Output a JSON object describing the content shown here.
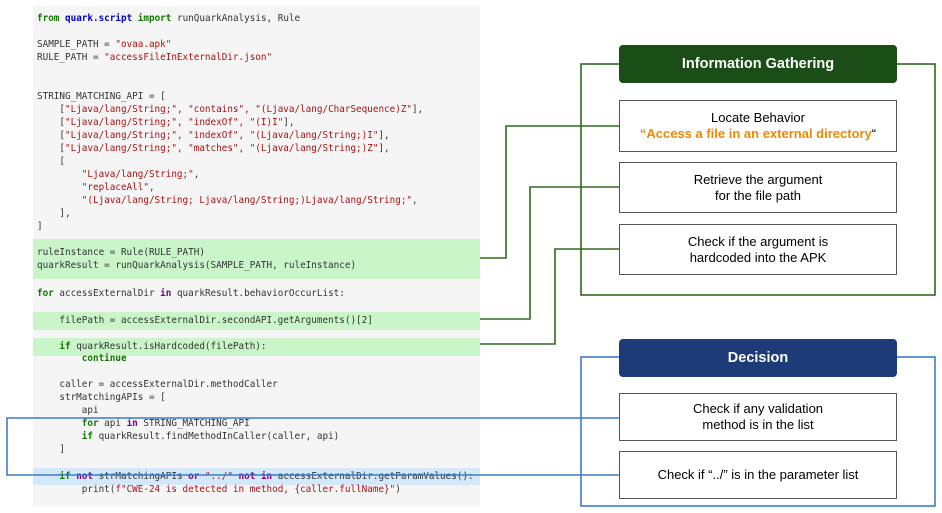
{
  "code": {
    "import_line": {
      "kw_from": "from",
      "module": "quark.script",
      "kw_import": "import",
      "names": "runQuarkAnalysis, Rule"
    },
    "sample_path": {
      "lhs": "SAMPLE_PATH = ",
      "value": "\"ovaa.apk\""
    },
    "rule_path": {
      "lhs": "RULE_PATH = ",
      "value": "\"accessFileInExternalDir.json\""
    },
    "matching_open": "STRING_MATCHING_API = [",
    "matching_rows": [
      {
        "pre": "    [",
        "str": "\"Ljava/lang/String;\", \"contains\", \"(Ljava/lang/CharSequence)Z\"",
        "post": "],"
      },
      {
        "pre": "    [",
        "str": "\"Ljava/lang/String;\", \"indexOf\", \"(I)I\"",
        "post": "],"
      },
      {
        "pre": "    [",
        "str": "\"Ljava/lang/String;\", \"indexOf\", \"(Ljava/lang/String;)I\"",
        "post": "],"
      },
      {
        "pre": "    [",
        "str": "\"Ljava/lang/String;\", \"matches\", \"(Ljava/lang/String;)Z\"",
        "post": "],"
      }
    ],
    "nested_open": "    [",
    "nested_rows": [
      {
        "pre": "        ",
        "str": "\"Ljava/lang/String;\"",
        "post": ","
      },
      {
        "pre": "        ",
        "str": "\"replaceAll\"",
        "post": ","
      },
      {
        "pre": "        ",
        "str": "\"(Ljava/lang/String; Ljava/lang/String;)Ljava/lang/String;\"",
        "post": ","
      }
    ],
    "nested_close": "    ],",
    "matching_close": "]",
    "rule_instance": "ruleInstance = Rule(RULE_PATH)",
    "quark_result": "quarkResult = runQuarkAnalysis(SAMPLE_PATH, ruleInstance)",
    "for_line": {
      "kw_for": "for",
      "target": " accessExternalDir ",
      "kw_in": "in",
      "rest": " quarkResult.behaviorOccurList:"
    },
    "file_path": "    filePath = accessExternalDir.secondAPI.getArguments()[2]",
    "if_hardcoded": {
      "indent": "    ",
      "kw_if": "if",
      "rest": " quarkResult.isHardcoded(filePath):"
    },
    "continue_line": {
      "indent": "        ",
      "kw": "continue"
    },
    "caller": "    caller = accessExternalDir.methodCaller",
    "str_apis": "    strMatchingAPIs = [",
    "api_line": "        api",
    "for_api": {
      "indent": "        ",
      "kw_for": "for",
      "mid": " api ",
      "kw_in": "in",
      "rest": " STRING_MATCHING_API"
    },
    "if_find": {
      "indent": "        ",
      "kw_if": "if",
      "rest": " quarkResult.findMethodInCaller(caller, api)"
    },
    "close_bracket": "    ]",
    "if_not": {
      "indent": "    ",
      "kw_if": "if",
      "kw_not1": " not",
      "mid1": " strMatchingAPIs ",
      "kw_or": "or",
      "space": " ",
      "str": "\"../\"",
      "kw_not2": " not",
      "kw_in": " in",
      "rest": " accessExternalDir.getParamValues():"
    },
    "print_line": {
      "indent": "        ",
      "fn": "print(",
      "str": "f\"CWE-24 is detected in method, {caller.fullName}\"",
      "close": ")"
    }
  },
  "panels": {
    "info_gathering": "Information Gathering",
    "decision": "Decision"
  },
  "steps": {
    "locate": {
      "line1": "Locate Behavior",
      "quote_open": "“",
      "highlight": "Access a file in an external directory",
      "quote_close": "“"
    },
    "retrieve": {
      "line1": "Retrieve the argument",
      "line2": "for the file path"
    },
    "hardcoded": {
      "line1": "Check if the argument is",
      "line2": "hardcoded into the APK"
    },
    "validation": {
      "line1": "Check if any validation",
      "line2": "method is in the list"
    },
    "param": {
      "line1": "Check if “../” is in the parameter list"
    }
  },
  "colors": {
    "green_dark": "#1b4d17",
    "green_line": "#2f6b1c",
    "blue_dark": "#1c3b78",
    "blue_line": "#3d7cc3",
    "highlight_green": "#c9f5c9",
    "highlight_blue": "#d4e8fb",
    "accent_orange": "#ee8800"
  }
}
